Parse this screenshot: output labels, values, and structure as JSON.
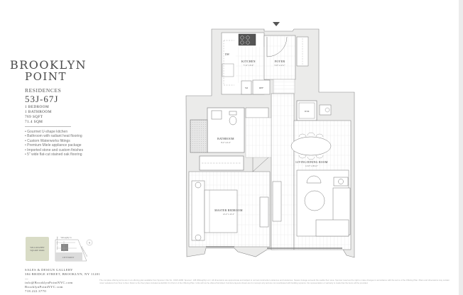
{
  "brand": {
    "line1": "BROOKLYN",
    "line2": "POINT"
  },
  "residence": {
    "label": "RESIDENCES",
    "units": "53J-67J",
    "specs": [
      "1 BEDROOM",
      "1 BATHROOM",
      "769 SQFT",
      "71.4 SQM"
    ]
  },
  "features": [
    "Gourmet U-shape kitchen",
    "Bathroom with radiant heat flooring",
    "Custom Waterworks fittings",
    "Premium Miele appliance package",
    "Imported stone and custom finishes",
    "5\" wide flat-cut stained oak flooring"
  ],
  "map": {
    "park": [
      "WILLOUGHBY",
      "SQUARE PARK"
    ],
    "street_top": "Willoughby St",
    "street_left": "Albee Square West",
    "street_right": "Flatbush Ave Ext",
    "block": "CITY POINT",
    "north": "N"
  },
  "contact": {
    "gallery": "SALES & DESIGN GALLERY",
    "address": "384 BRIDGE STREET, BROOKLYN, NY 11201",
    "dash": "—",
    "email": "info@BrooklynPointNYC.com",
    "website": "BrooklynPointNYC.com",
    "phone": "718.222.3770"
  },
  "disclaimer": "The complete offering terms are in an offering plan available from Sponsor. File No. CD15-0268. Sponsor: 138 Willoughby LLC. All dimensions are approximate and subject to normal construction variances and tolerances. Square footage exceeds the usable floor area. Sponsor reserves the right to make changes in accordance with the terms of the Offering Plan. Plans and dimensions may contain minor variations from floor to floor. Refer to the floor plans included as Exhibit 3 in Part 2 of the Offering Plan. Units will not be offered furnished. Furniture layouts shown are for concept only and are not coordinated with building systems. No representation or warranty is made that the items will be provided.",
  "plan": {
    "rooms": {
      "kitchen": {
        "name": "KITCHEN",
        "dims": "7'-11\" x 9'-2\""
      },
      "foyer": {
        "name": "FOYER",
        "dims": "5'-6\" x 12'-1\""
      },
      "bathroom": {
        "name": "BATHROOM",
        "dims": "8'-2\" x 6'-4\""
      },
      "living": {
        "name": "LIVING/DINING ROOM",
        "dims": "12'-0\" x 18'-11\""
      },
      "bedroom": {
        "name": "MASTER BEDROOM",
        "dims": "12'-2\" x 12'-2\""
      }
    },
    "fixtures": {
      "dw": "DW",
      "so": "SO",
      "ref": "REF",
      "wd": "W/D"
    },
    "colors": {
      "wall": "#ebebea",
      "line": "#6f6f6f",
      "park": "#d9dcc6",
      "block": "#dcdcdc",
      "entry_arrow": "#555555"
    }
  }
}
